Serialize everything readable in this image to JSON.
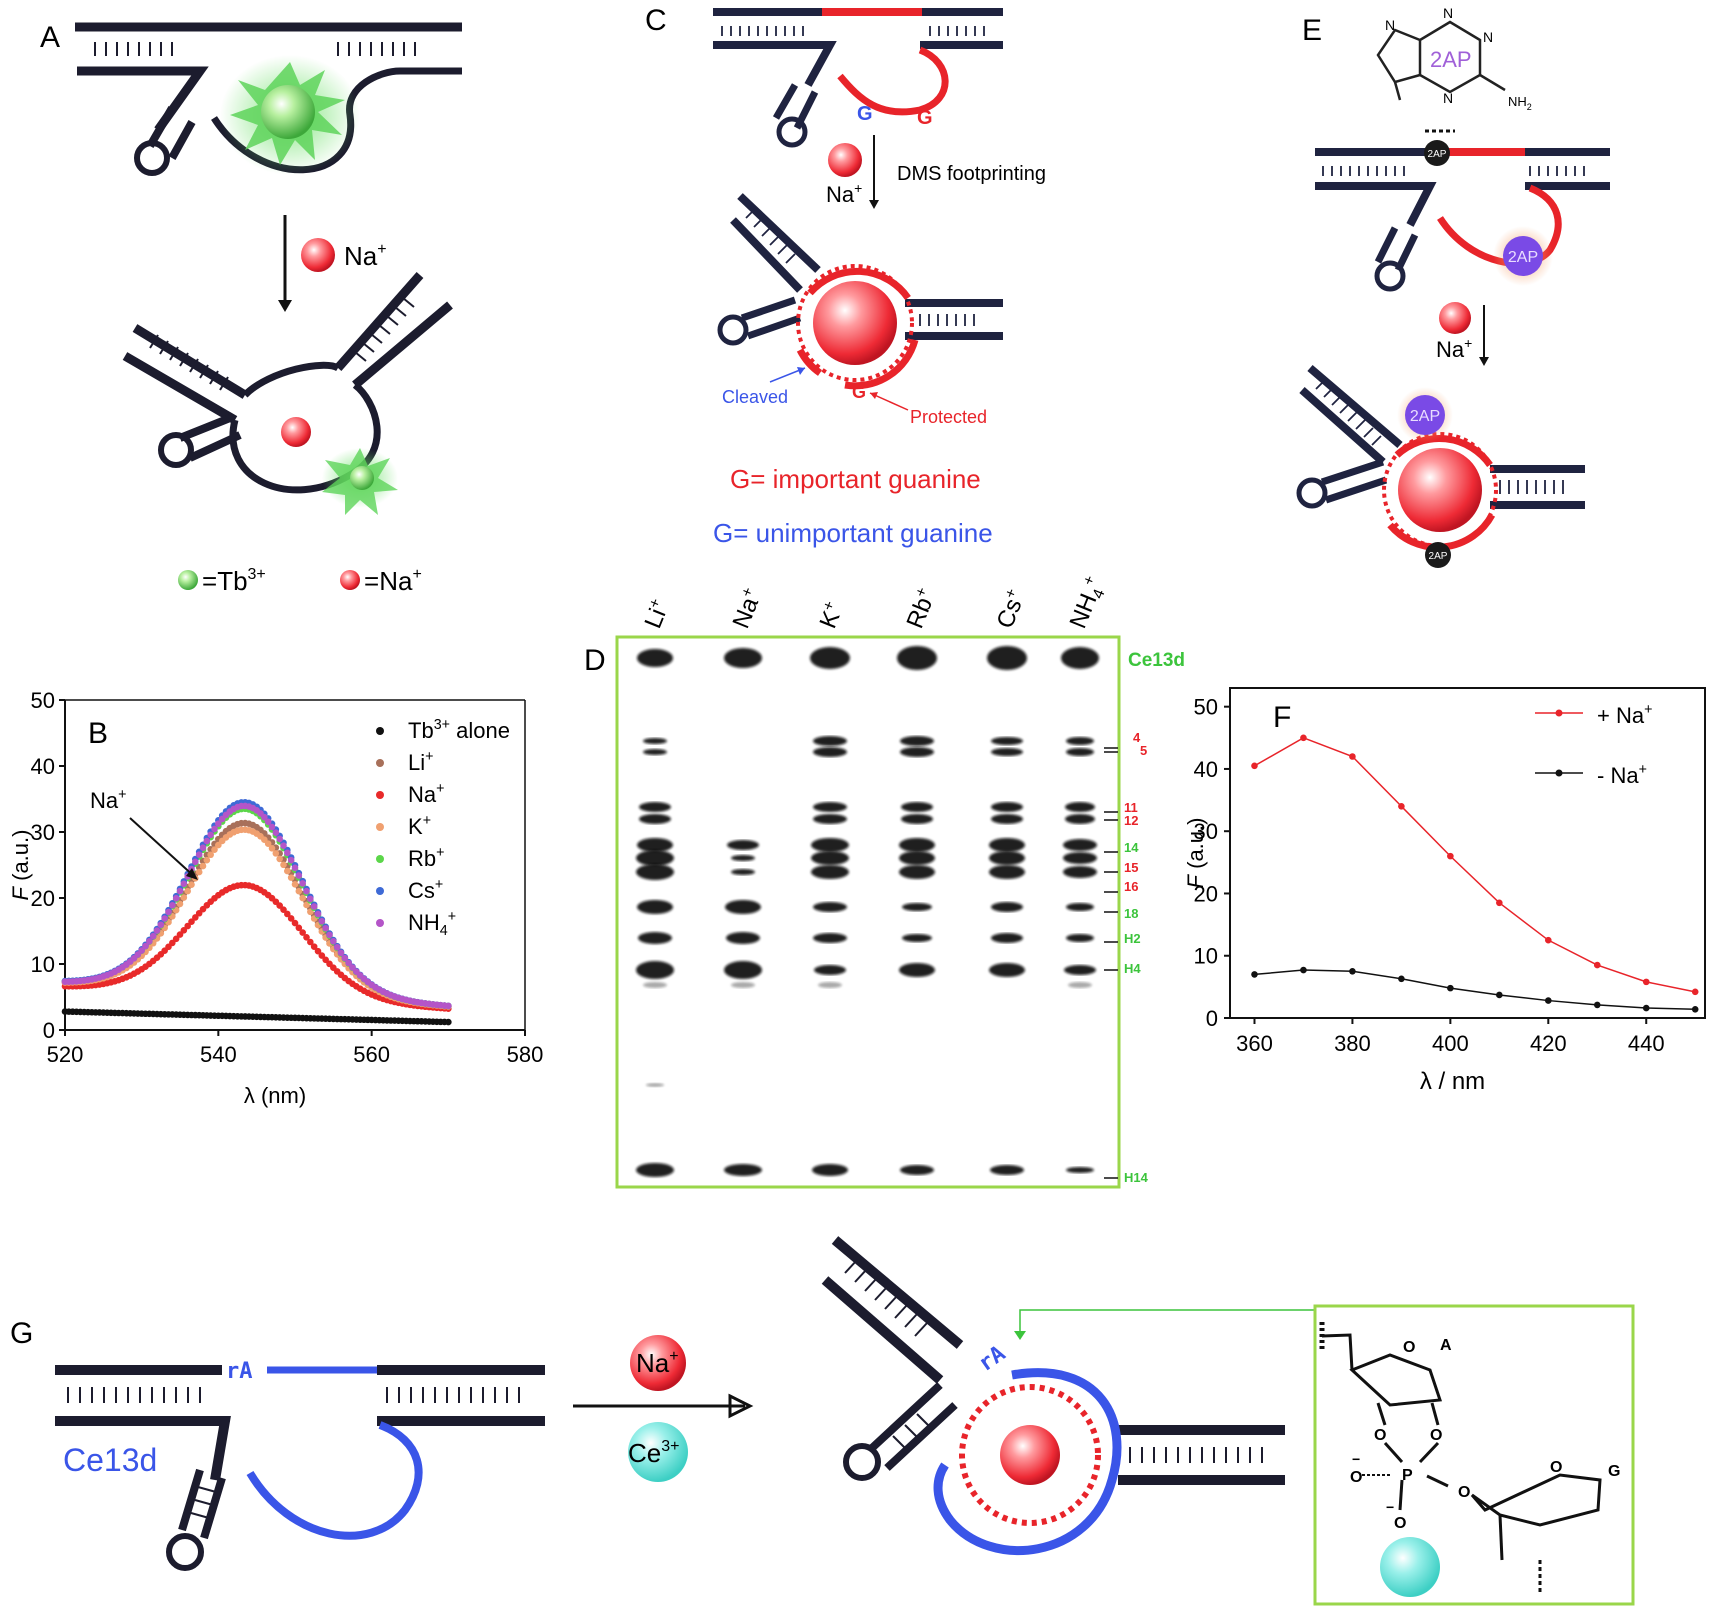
{
  "panel_labels": {
    "A": "A",
    "B": "B",
    "C": "C",
    "D": "D",
    "E": "E",
    "F": "F",
    "G": "G"
  },
  "colors": {
    "dna": "#1c1c2e",
    "navy": "#1f2340",
    "red": "#e8242a",
    "blue": "#3a55e8",
    "green": "#3cc43c",
    "violet": "#7a4ae6",
    "gel_frame": "#9ad64a",
    "ce": "#7fe6df"
  },
  "panelA": {
    "ion": "Na",
    "legend": [
      {
        "symbol": "Tb",
        "sup": "3+"
      },
      {
        "symbol": "Na",
        "sup": "+"
      }
    ]
  },
  "panelC": {
    "bases": [
      "G",
      "G",
      "G"
    ],
    "ion": "Na",
    "step_label": "DMS footprinting",
    "cleaved_label": "Cleaved",
    "protected_label": "Protected",
    "important_text": "G= important guanine",
    "unimportant_text": "G= unimportant guanine"
  },
  "panelE": {
    "structure_label": "2AP",
    "nh2": "NH",
    "nh2_sub": "2",
    "n_atoms": [
      "N",
      "N",
      "N",
      "N"
    ],
    "tag": "2AP",
    "ion": "Na"
  },
  "panelD": {
    "lanes": [
      {
        "ion": "Li",
        "sup": "+"
      },
      {
        "ion": "Na",
        "sup": "+"
      },
      {
        "ion": "K",
        "sup": "+"
      },
      {
        "ion": "Rb",
        "sup": "+"
      },
      {
        "ion": "Cs",
        "sup": "+"
      },
      {
        "ion": "NH",
        "sub": "4",
        "sup": "+"
      }
    ],
    "band_labels": [
      {
        "text": "Ce13d",
        "color": "green"
      },
      {
        "text": "4",
        "color": "red"
      },
      {
        "text": "5",
        "color": "red"
      },
      {
        "text": "11",
        "color": "red"
      },
      {
        "text": "12",
        "color": "red"
      },
      {
        "text": "14",
        "color": "green"
      },
      {
        "text": "15",
        "color": "red"
      },
      {
        "text": "16",
        "color": "red"
      },
      {
        "text": "18",
        "color": "green"
      },
      {
        "text": "H2",
        "color": "green"
      },
      {
        "text": "H4",
        "color": "green"
      },
      {
        "text": "H14",
        "color": "green"
      }
    ]
  },
  "panelG": {
    "rA": "rA",
    "strand_label": "Ce13d",
    "ion1": "Na",
    "ion2": "Ce",
    "ion2_sup": "3+",
    "atoms": {
      "A": "A",
      "G": "G",
      "O": "O",
      "P": "P",
      "minus": "−"
    }
  },
  "chart_data": [
    {
      "id": "B",
      "type": "scatter",
      "title": "",
      "xlabel": "λ (nm)",
      "ylabel": "F (a.u.)",
      "xlim": [
        520,
        580
      ],
      "ylim": [
        0,
        50
      ],
      "xticks": [
        520,
        540,
        560,
        580
      ],
      "yticks": [
        0,
        10,
        20,
        30,
        40,
        50
      ],
      "legend_position": "top-right",
      "annotation": "Na+",
      "series": [
        {
          "name": "Tb3+ alone",
          "color": "#111111",
          "peak": 0,
          "base_start": 2.8,
          "base_end": 1.2
        },
        {
          "name": "Li+",
          "color": "#a8705a",
          "peak": 26,
          "base_start": 7,
          "base_end": 3.5
        },
        {
          "name": "Na+",
          "color": "#e82a2a",
          "peak": 17,
          "base_start": 6.5,
          "base_end": 3.2
        },
        {
          "name": "K+",
          "color": "#f0a070",
          "peak": 25,
          "base_start": 7,
          "base_end": 3.5
        },
        {
          "name": "Rb+",
          "color": "#5cd64a",
          "peak": 28,
          "base_start": 7.2,
          "base_end": 3.6
        },
        {
          "name": "Cs+",
          "color": "#3e6ad6",
          "peak": 29,
          "base_start": 7.2,
          "base_end": 3.6
        },
        {
          "name": "NH4+",
          "color": "#b455c8",
          "peak": 28.5,
          "base_start": 7.1,
          "base_end": 3.6
        }
      ],
      "x_range": [
        520,
        570
      ],
      "peak_center": 543.5,
      "peak_width": 7.5
    },
    {
      "id": "F",
      "type": "line",
      "title": "",
      "xlabel": "λ / nm",
      "ylabel": "F (a.u.)",
      "xlim": [
        355,
        452
      ],
      "ylim": [
        0,
        53
      ],
      "xticks": [
        360,
        380,
        400,
        420,
        440
      ],
      "yticks": [
        0,
        10,
        20,
        30,
        40,
        50
      ],
      "legend_position": "top-right",
      "series": [
        {
          "name": "+ Na+",
          "color": "#e8242a",
          "x": [
            360,
            370,
            380,
            390,
            400,
            410,
            420,
            430,
            440,
            450
          ],
          "y": [
            40.5,
            45,
            42,
            34,
            26,
            18.5,
            12.5,
            8.5,
            5.8,
            4.2
          ]
        },
        {
          "name": "- Na+",
          "color": "#111111",
          "x": [
            360,
            370,
            380,
            390,
            400,
            410,
            420,
            430,
            440,
            450
          ],
          "y": [
            7,
            7.7,
            7.5,
            6.3,
            4.8,
            3.7,
            2.8,
            2.1,
            1.6,
            1.4
          ]
        }
      ]
    }
  ]
}
